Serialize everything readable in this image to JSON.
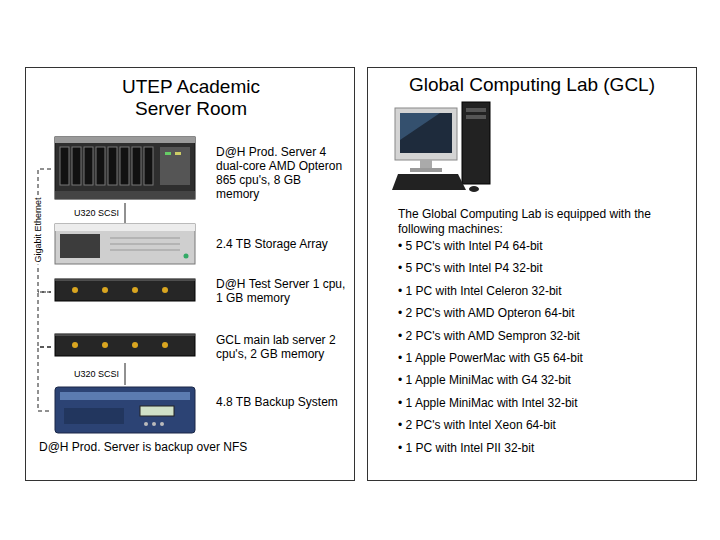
{
  "diagram": {
    "nodes": [
      {
        "text": [
          "UTEP Academic Server Room"
        ]
      },
      {
        "text": [
          "D@H Prod. Server 4 dual-core AMD Opteron 865 cpu's, 8 GB memory"
        ],
        "in": 0
      },
      {
        "text": [
          "2.4 TB Storage Array"
        ],
        "in": 0
      },
      {
        "text": [
          "D@H Test Server 1 cpu, 1 GB memory"
        ],
        "in": 0
      },
      {
        "text": [
          "GCL main lab server 2 cpu's, 2 GB memory"
        ],
        "in": 0
      },
      {
        "text": [
          "4.8 TB Backup System"
        ],
        "in": 0
      },
      {
        "text": [
          "Global Computing Lab (GCL)",
          "The Global Computing Lab is equipped with the following machines:",
          "• 5 PC's with Intel P4 64-bit",
          "• 5 PC's with Intel P4 32-bit",
          "• 1 PC with Intel Celeron 32-bit",
          "• 2 PC's with AMD Opteron 64-bit",
          "• 2 PC's with AMD Sempron 32-bit",
          "• 1 Apple PowerMac with G5 64-bit",
          "• 1 Apple MiniMac with G4 32-bit",
          "• 1 Apple MiniMac with Intel 32-bit",
          "• 2 PC's with Intel Xeon 64-bit",
          "• 1 PC with Intel PII 32-bit"
        ]
      }
    ],
    "edges": [
      {
        "from": 1,
        "to": 2,
        "label": "U320 SCSI",
        "arrow": "none"
      },
      {
        "from": 1,
        "to": 3,
        "arrow": "none"
      },
      {
        "from": 3,
        "to": 4,
        "arrow": "none"
      },
      {
        "from": 4,
        "to": 5,
        "arrow": "none"
      },
      {
        "from": 4,
        "to": 5,
        "label": "U320 SCSI",
        "arrow": "none"
      }
    ],
    "labels": [
      "Gigabit Ethernet",
      "D@H Prod. Server is backup over NFS"
    ]
  }
}
